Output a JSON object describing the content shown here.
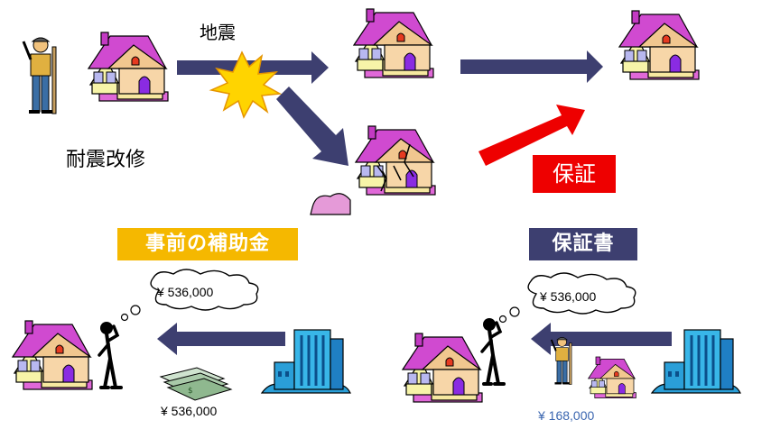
{
  "labels": {
    "earthquake": "地震",
    "retrofit": "耐震改修",
    "guarantee": "保証"
  },
  "banners": {
    "subsidy": "事前の補助金",
    "certificate": "保証書"
  },
  "amounts": {
    "left_thought": "¥ 536,000",
    "left_paid": "¥ 536,000",
    "right_thought": "¥ 536,000",
    "right_paid": "¥ 168,000"
  },
  "colors": {
    "arrow_navy": "#3d3f70",
    "arrow_red": "#ee0000",
    "burst_yellow": "#ffd400",
    "subsidy_banner": "#f5b800",
    "certificate_banner": "#3d3f70",
    "building_blue": "#2a9fd8"
  },
  "icons": [
    "house-icon",
    "damaged-house-icon",
    "worker-icon",
    "earthquake-burst-icon",
    "office-building-icon",
    "thinking-person-icon",
    "money-stack-icon",
    "thought-cloud-icon"
  ]
}
